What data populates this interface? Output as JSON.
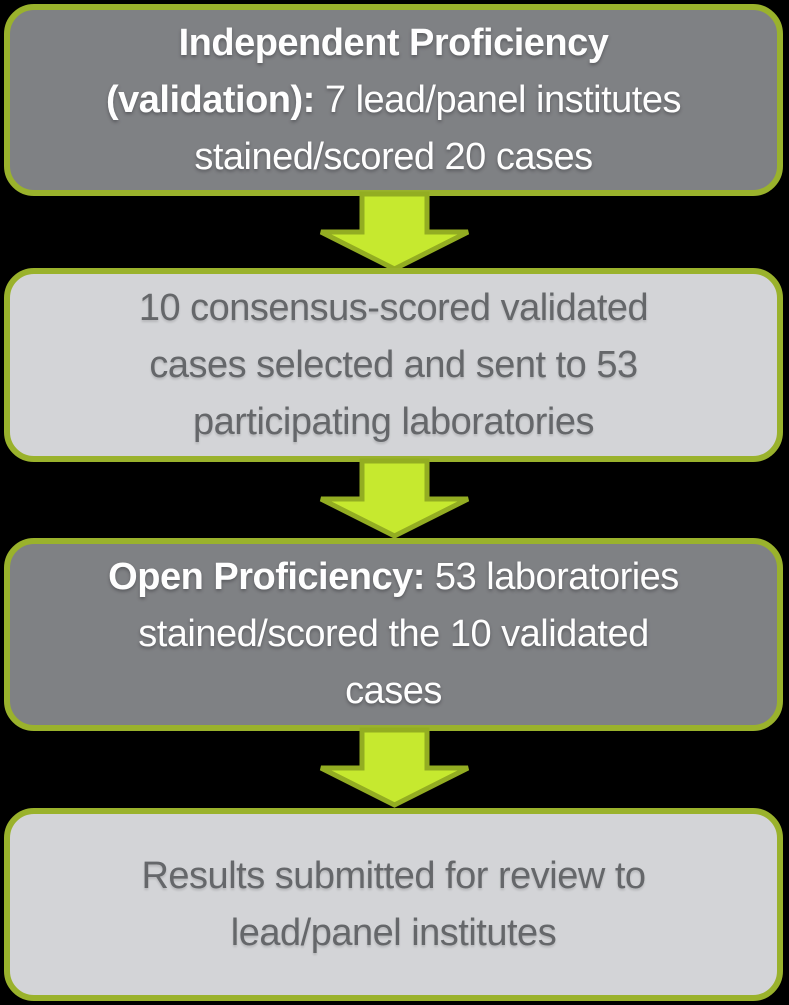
{
  "flowchart": {
    "steps": [
      {
        "name": "independent-proficiency-validation",
        "variant": "dark",
        "lines": [
          {
            "bold": "Independent Proficiency"
          },
          {
            "bold": "(validation):",
            "regular": " 7 lead/panel institutes"
          },
          {
            "regular": "stained/scored 20 cases"
          }
        ]
      },
      {
        "name": "consensus-scored-cases",
        "variant": "light",
        "lines": [
          {
            "regular": "10 consensus-scored validated"
          },
          {
            "regular": "cases selected and sent to 53"
          },
          {
            "regular": "participating laboratories"
          }
        ]
      },
      {
        "name": "open-proficiency",
        "variant": "dark",
        "lines": [
          {
            "bold": "Open Proficiency:",
            "regular": " 53 laboratories"
          },
          {
            "regular": "stained/scored the 10 validated"
          },
          {
            "regular": "cases"
          }
        ]
      },
      {
        "name": "results-review",
        "variant": "light",
        "lines": [
          {
            "regular": "Results submitted for review to"
          },
          {
            "regular": "lead/panel institutes"
          }
        ]
      }
    ],
    "connectors": [
      {
        "icon": "down-arrow-icon",
        "from": "independent-proficiency-validation",
        "to": "consensus-scored-cases"
      },
      {
        "icon": "down-arrow-icon",
        "from": "consensus-scored-cases",
        "to": "open-proficiency"
      },
      {
        "icon": "down-arrow-icon",
        "from": "open-proficiency",
        "to": "results-review"
      }
    ],
    "colors": {
      "background": "#000000",
      "box_border_green": "#9ab22c",
      "dark_box_fill": "#7f8184",
      "light_box_fill": "#d3d4d7",
      "dark_text": "#65676a",
      "light_text": "#fefefe",
      "arrow_fill": "#c6e92f",
      "arrow_outline": "#93ad22"
    }
  }
}
